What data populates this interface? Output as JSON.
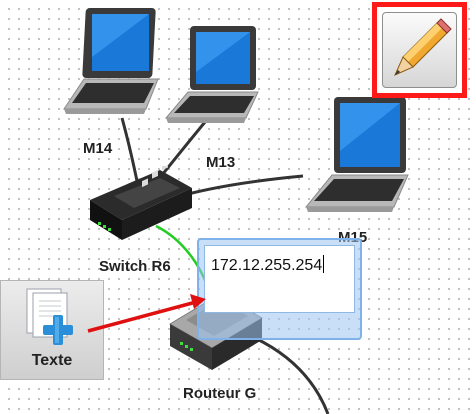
{
  "toolbar": {
    "edit_tool_icon": "pencil-icon",
    "text_tool_icon": "document-add-icon",
    "text_tool_label": "Texte"
  },
  "devices": {
    "m14": {
      "label": "M14",
      "icon": "laptop-icon"
    },
    "m13": {
      "label": "M13",
      "icon": "laptop-icon"
    },
    "m15": {
      "label": "M15",
      "icon": "laptop-icon"
    },
    "switch": {
      "label": "Switch R6",
      "icon": "switch-icon"
    },
    "router": {
      "label": "Routeur G",
      "icon": "router-icon"
    }
  },
  "text_annotation": {
    "value": "172.12.255.254"
  },
  "colors": {
    "highlight": "#ff1a1a",
    "selected_link": "#22cc22",
    "link": "#333333",
    "selection_fill": "#9cc4f0"
  }
}
